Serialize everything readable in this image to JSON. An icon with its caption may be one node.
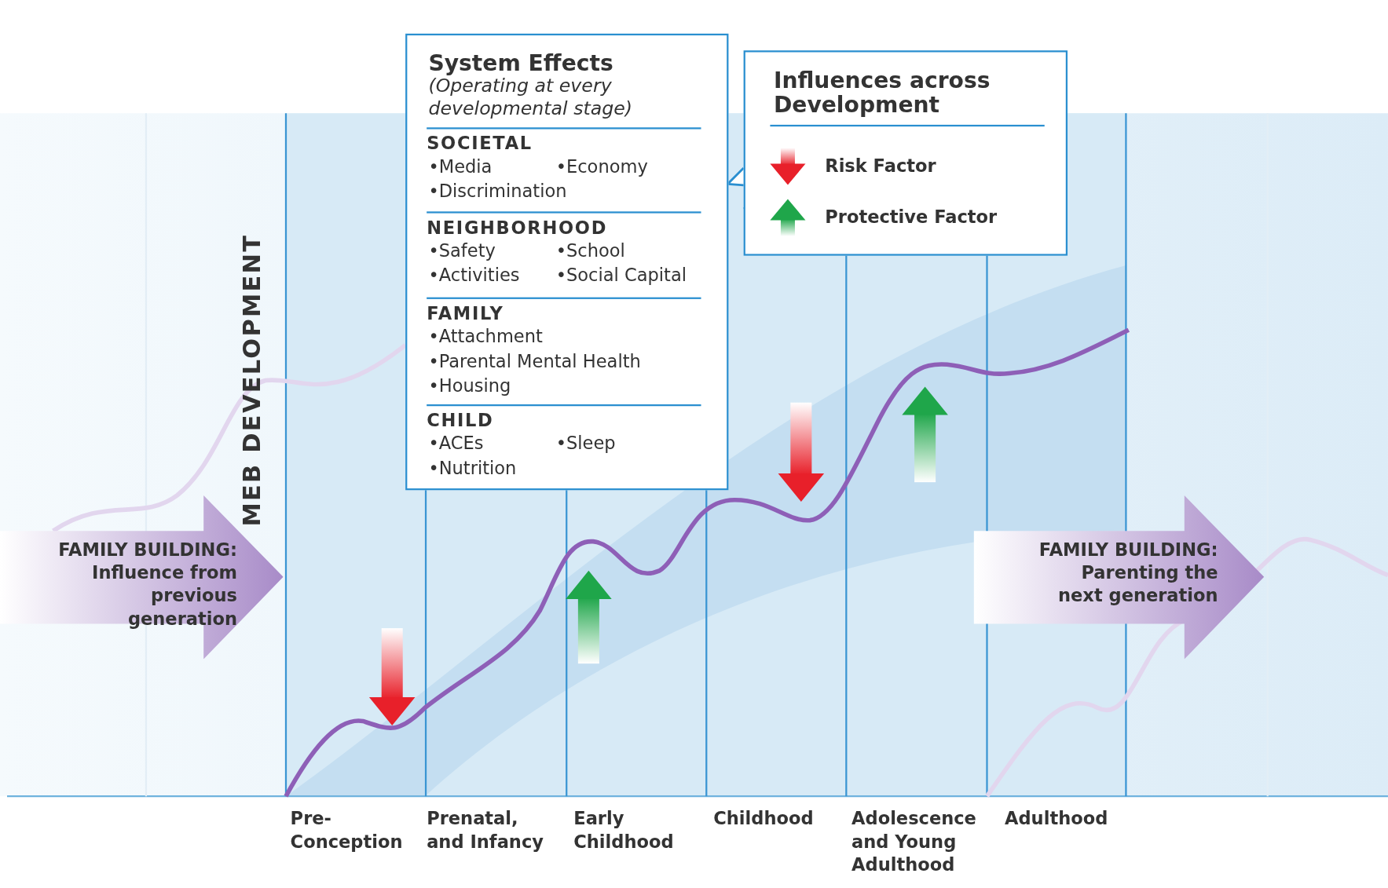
{
  "diagram": {
    "nodes": [
      {
        "text": [
          "System Effects",
          "(Operating at every developmental stage)",
          "SOCIETAL",
          "•Media",
          "•Economy",
          "•Discrimination",
          "NEIGHBORHOOD",
          "•Safety",
          "•School",
          "•Activities",
          "•Social Capital",
          "FAMILY",
          "•Attachment",
          "•Parental Mental Health",
          "•Housing",
          "CHILD",
          "•ACEs",
          "•Sleep",
          "•Nutrition"
        ]
      },
      {
        "text": [
          "Influences across Development"
        ]
      },
      {
        "text": [
          "FAMILY BUILDING:",
          "Influence from previous generation"
        ]
      },
      {
        "text": [
          "FAMILY BUILDING:",
          "Parenting the next generation"
        ]
      }
    ],
    "labels": [
      "MEB DEVELOPMENT",
      "Pre- Conception",
      "Prenatal, and Infancy",
      "Early Childhood",
      "Childhood",
      "Adolescence and Young Adulthood",
      "Adulthood"
    ],
    "legend": [
      {
        "text": "Risk Factor"
      },
      {
        "text": "Protective Factor"
      }
    ]
  }
}
